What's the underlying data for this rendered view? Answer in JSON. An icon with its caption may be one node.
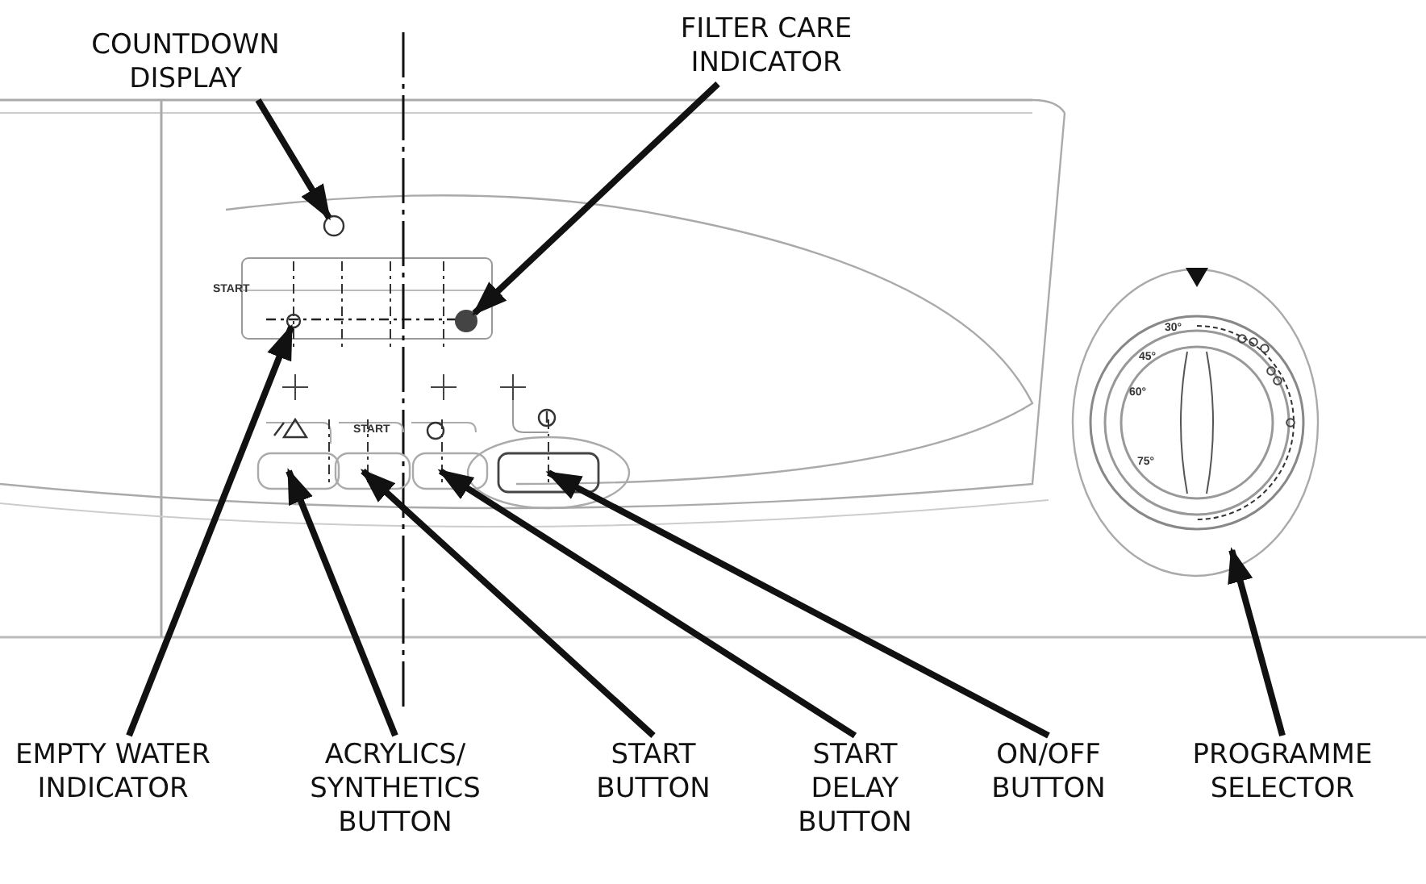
{
  "diagram": {
    "nodes": [
      {
        "text": [
          "COUNTDOWN DISPLAY"
        ]
      },
      {
        "text": [
          "FILTER CARE INDICATOR"
        ]
      },
      {
        "text": [
          "EMPTY WATER INDICATOR"
        ]
      },
      {
        "text": [
          "ACRYLICS/ SYNTHETICS BUTTON"
        ]
      },
      {
        "text": [
          "START BUTTON"
        ]
      },
      {
        "text": [
          "START DELAY BUTTON"
        ]
      },
      {
        "text": [
          "ON/OFF BUTTON"
        ]
      },
      {
        "text": [
          "PROGRAMME SELECTOR"
        ]
      },
      {
        "text": [],
        "shape": "circle"
      },
      {
        "text": [],
        "shape": "circle"
      },
      {
        "text": [],
        "shape": "circle"
      },
      {
        "text": [],
        "shape": "box"
      },
      {
        "text": [],
        "shape": "box"
      },
      {
        "text": [],
        "shape": "box"
      },
      {
        "text": [],
        "shape": "box"
      },
      {
        "text": [],
        "shape": "circle"
      }
    ],
    "edges": [
      {
        "from": 0,
        "to": 8,
        "arrow": "to"
      },
      {
        "from": 1,
        "to": 9,
        "arrow": "to"
      },
      {
        "from": 2,
        "to": 10,
        "arrow": "to"
      },
      {
        "from": 3,
        "to": 11,
        "arrow": "to"
      },
      {
        "from": 4,
        "to": 12,
        "arrow": "to"
      },
      {
        "from": 5,
        "to": 13,
        "arrow": "to"
      },
      {
        "from": 6,
        "to": 14,
        "arrow": "to"
      },
      {
        "from": 7,
        "to": 15,
        "arrow": "to"
      }
    ],
    "labels": [
      "START",
      "START",
      "30°",
      "45°",
      "60°",
      "75°"
    ]
  }
}
